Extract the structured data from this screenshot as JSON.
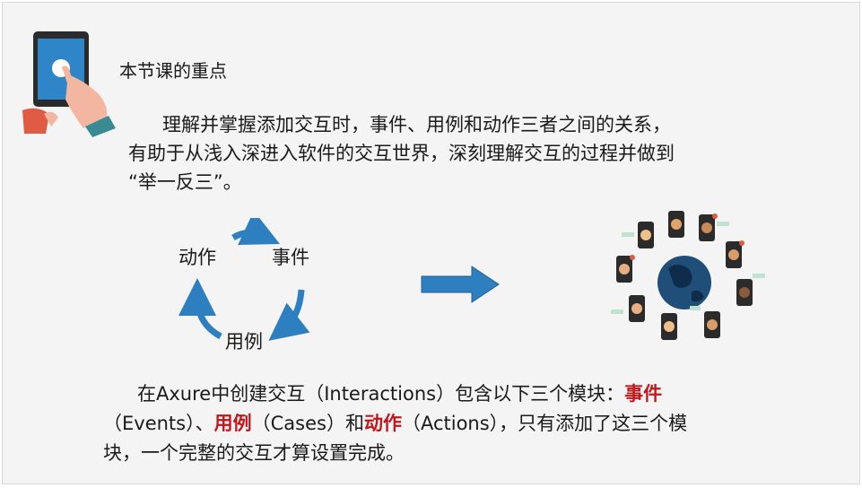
{
  "heading": "本节课的重点",
  "intro": {
    "line1": "理解并掌握添加交互时，事件、用例和动作三者之间的关系，",
    "line2": "有助于从浅入深进入软件的交互世界，深刻理解交互的过程并做到",
    "line3": "“举一反三”。"
  },
  "cycle": {
    "action": "动作",
    "event": "事件",
    "case": "用例"
  },
  "bottom": {
    "part1": "在Axure中创建交互（Interactions）包含以下三个模块：",
    "event": "事件",
    "part2": "（Events）、",
    "case": "用例",
    "part3": "（Cases）和",
    "action": "动作",
    "part4": "（Actions），只有添加了这三个模",
    "part5": "块，一个完整的交互才算设置完成。"
  },
  "colors": {
    "accent_red": "#c0171c",
    "arrow_blue": "#2e7fbf",
    "globe": "#1f4e79"
  },
  "icons": [
    "tablet-touch-icon",
    "cycle-arrows-icon",
    "right-arrow-icon",
    "social-network-globe-icon"
  ]
}
